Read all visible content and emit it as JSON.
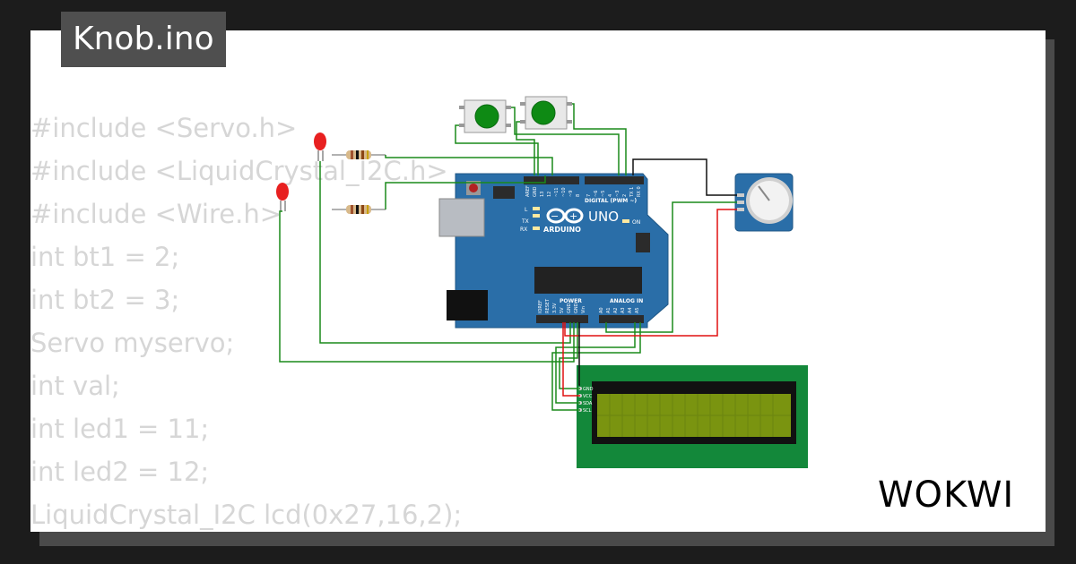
{
  "title": "Knob.ino",
  "code_lines": [
    "#include <Servo.h>",
    "#include <LiquidCrystal_I2C.h>",
    "#include <Wire.h>",
    "int bt1 = 2;",
    "int bt2 = 3;",
    "Servo myservo;",
    "int val;",
    "int led1 = 11;",
    "int led2 = 12;",
    "LiquidCrystal_I2C lcd(0x27,16,2);"
  ],
  "arduino": {
    "model_label": "UNO",
    "brand_label": "ARDUINO",
    "digital_header": "DIGITAL (PWM ~)",
    "analog_header": "ANALOG IN",
    "power_header": "POWER",
    "on_label": "ON",
    "tx_label": "TX",
    "rx_label": "RX",
    "l_label": "L",
    "aref": "AREF",
    "gnd": "GND",
    "power_pins": [
      "IOREF",
      "RESET",
      "3.3V",
      "5V",
      "GND",
      "GND",
      "Vin"
    ],
    "analog_pins": [
      "A0",
      "A1",
      "A2",
      "A3",
      "A4",
      "A5"
    ],
    "digital_pins": [
      "13",
      "12",
      "~11",
      "~10",
      "~9",
      "8",
      "7",
      "~6",
      "~5",
      "4",
      "~3",
      "2",
      "TX 1",
      "RX 0"
    ]
  },
  "lcd": {
    "pins": [
      "GND",
      "VCC",
      "SDA",
      "SCL"
    ]
  },
  "logo": "WOKWI",
  "colors": {
    "wire_green": "#1a8a1a",
    "wire_red": "#e01010",
    "wire_black": "#111111",
    "board_blue": "#2a6ea8",
    "lcd_pcb": "#13883a",
    "lcd_screen": "#7a9410",
    "button_green": "#0e8a14"
  }
}
